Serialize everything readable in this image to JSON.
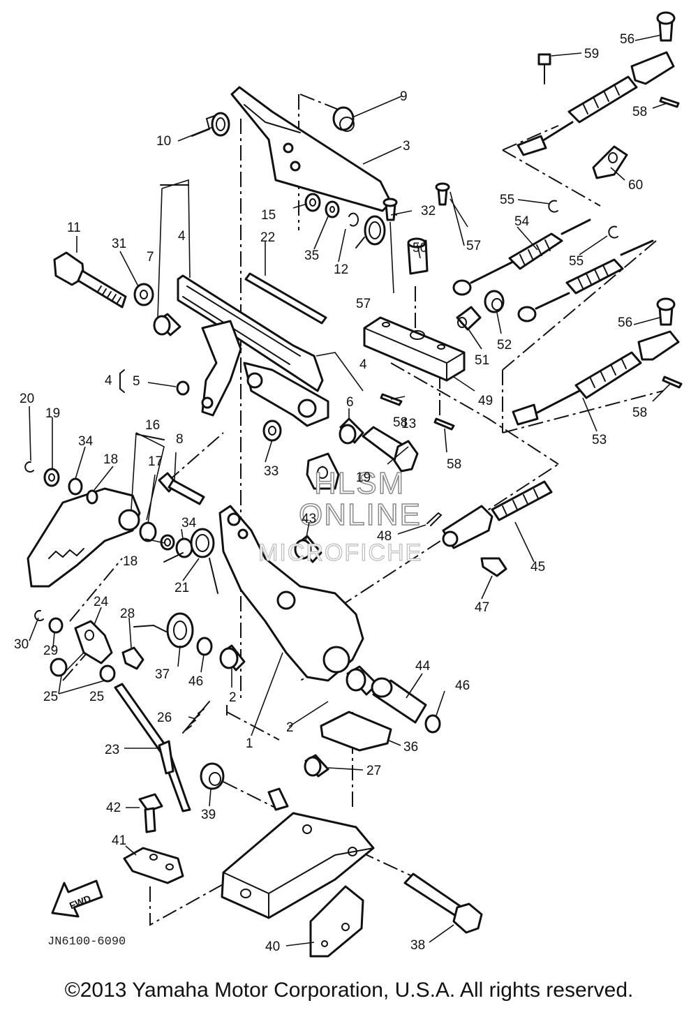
{
  "diagram": {
    "drawing_code": "JN6100-6090",
    "copyright": "©2013 Yamaha Motor Corporation, U.S.A. All rights reserved.",
    "watermark": [
      "HLSM",
      "ONLINE",
      "MICROFICHE"
    ],
    "direction_label": "FWD",
    "callouts": {
      "c1": "1",
      "c2a": "2",
      "c2b": "2",
      "c3": "3",
      "c4a": "4",
      "c4b": "4",
      "c4c": "4",
      "c5": "5",
      "c6": "6",
      "c7": "7",
      "c8": "8",
      "c9": "9",
      "c10": "10",
      "c11": "11",
      "c12": "12",
      "c13": "13",
      "c15": "15",
      "c16": "16",
      "c17": "17",
      "c18a": "18",
      "c18b": "18",
      "c19a": "19",
      "c19b": "19",
      "c20": "20",
      "c21": "21",
      "c22": "22",
      "c23": "23",
      "c24": "24",
      "c25a": "25",
      "c25b": "25",
      "c26": "26",
      "c27": "27",
      "c28": "28",
      "c29": "29",
      "c30": "30",
      "c31": "31",
      "c32": "32",
      "c33": "33",
      "c34a": "34",
      "c34b": "34",
      "c35": "35",
      "c36": "36",
      "c37": "37",
      "c38": "38",
      "c39": "39",
      "c40": "40",
      "c41": "41",
      "c42": "42",
      "c43": "43",
      "c44": "44",
      "c45": "45",
      "c46a": "46",
      "c46b": "46",
      "c47": "47",
      "c48": "48",
      "c49": "49",
      "c50": "50",
      "c51": "51",
      "c52": "52",
      "c53": "53",
      "c54": "54",
      "c55a": "55",
      "c55b": "55",
      "c56a": "56",
      "c56b": "56",
      "c57a": "57",
      "c57b": "57",
      "c58a": "58",
      "c58b": "58",
      "c58c": "58",
      "c58d": "58",
      "c59": "59",
      "c60": "60"
    }
  }
}
